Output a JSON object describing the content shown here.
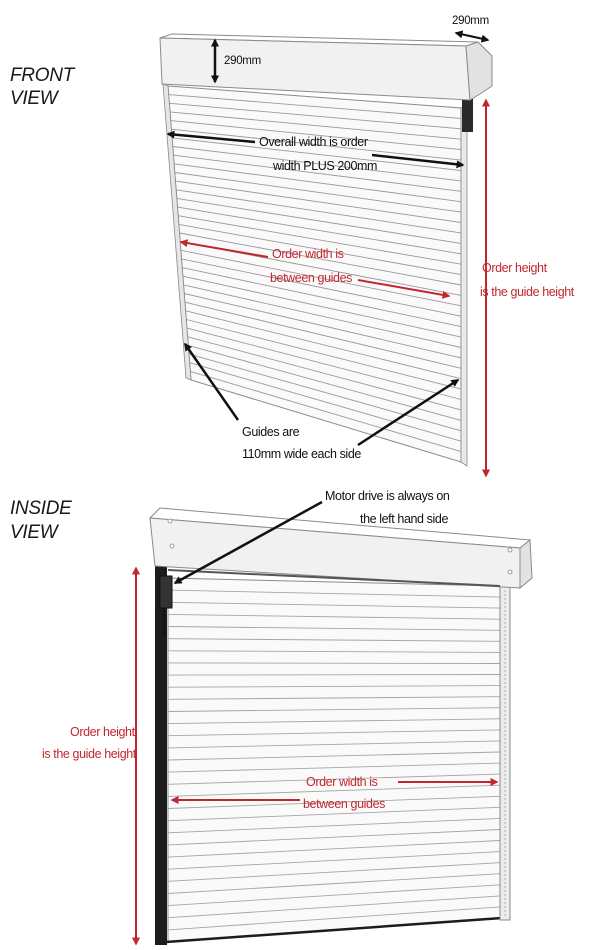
{
  "colors": {
    "black_annotation": "#111111",
    "red_annotation": "#c1272d",
    "outline": "#8a8a8a",
    "housing_fill": "#f1f1f1",
    "motor_guide": "#1c1c1c"
  },
  "front_view": {
    "title_line1": "FRONT",
    "title_line2": "VIEW",
    "box_depth_side": "290mm",
    "box_height": "290mm",
    "overall_width_line1": "Overall width is order",
    "overall_width_line2": "width PLUS 200mm",
    "order_width_line1": "Order width is",
    "order_width_line2": "between guides",
    "order_height_line1": "Order height",
    "order_height_line2": "is the guide height",
    "guides_line1": "Guides are",
    "guides_line2": "110mm wide each side"
  },
  "inside_view": {
    "title_line1": "INSIDE",
    "title_line2": "VIEW",
    "motor_line1": "Motor drive is always on",
    "motor_line2": "the left hand side",
    "order_height_line1": "Order height",
    "order_height_line2": "is the guide height",
    "order_width_line1": "Order width is",
    "order_width_line2": "between guides"
  }
}
